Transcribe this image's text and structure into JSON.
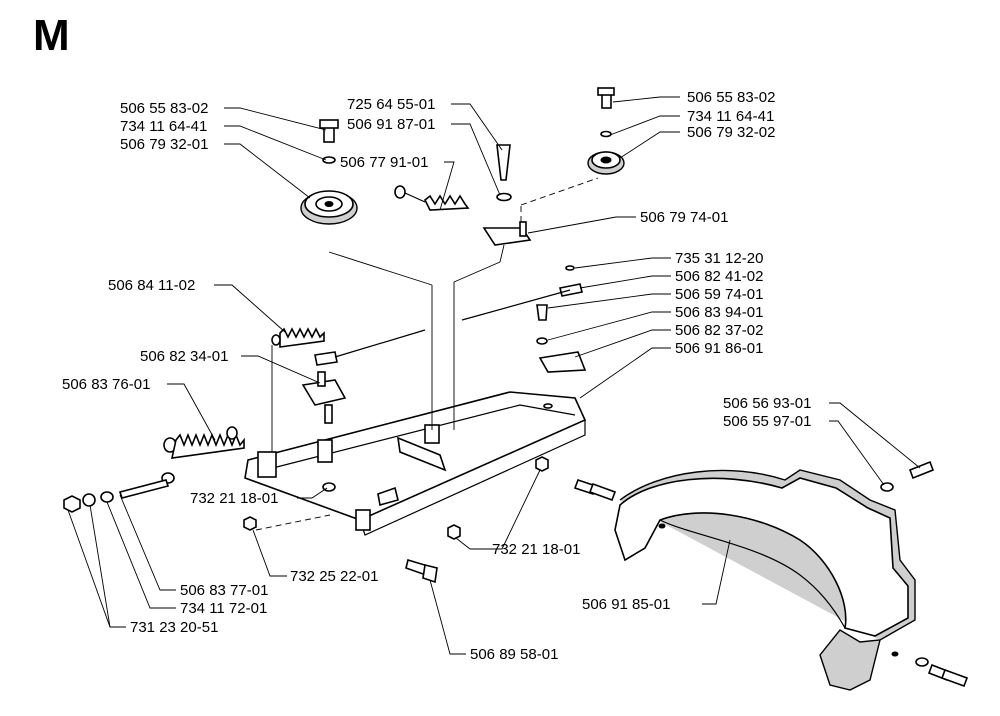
{
  "section": "M",
  "labels": {
    "l01": "506 55 83-02",
    "l02": "734 11 64-41",
    "l03": "506 79 32-01",
    "l04": "725 64 55-01",
    "l05": "506 91 87-01",
    "l06": "506 77 91-01",
    "l07": "506 55 83-02",
    "l08": "734 11 64-41",
    "l09": "506 79 32-02",
    "l10": "506 79 74-01",
    "l11": "735 31 12-20",
    "l12": "506 82 41-02",
    "l13": "506 59 74-01",
    "l14": "506 83 94-01",
    "l15": "506 82 37-02",
    "l16": "506 91 86-01",
    "l17": "506 84 11-02",
    "l18": "506 82 34-01",
    "l19": "506 83 76-01",
    "l20": "732 21 18-01",
    "l21": "732 21 18-01",
    "l22": "732 25 22-01",
    "l23": "506 83 77-01",
    "l24": "734 11 72-01",
    "l25": "731 23 20-51",
    "l26": "506 89 58-01",
    "l27": "506 91 85-01",
    "l28": "506 56 93-01",
    "l29": "506 55 97-01"
  }
}
